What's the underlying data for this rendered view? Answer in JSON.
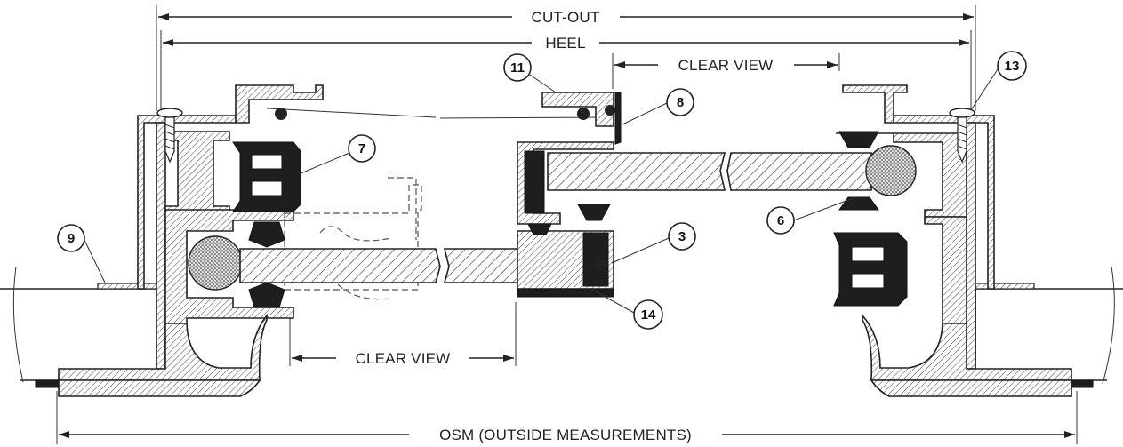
{
  "dimensions": {
    "cutout": "CUT-OUT",
    "heel": "HEEL",
    "clear_view_top": "CLEAR VIEW",
    "clear_view_bottom": "CLEAR VIEW",
    "osm": "OSM (OUTSIDE MEASUREMENTS)"
  },
  "callouts": [
    "11",
    "8",
    "7",
    "9",
    "3",
    "14",
    "13",
    "6"
  ],
  "colors": {
    "line": "#222222",
    "rubber": "#1e1e1e",
    "background": "#ffffff"
  }
}
